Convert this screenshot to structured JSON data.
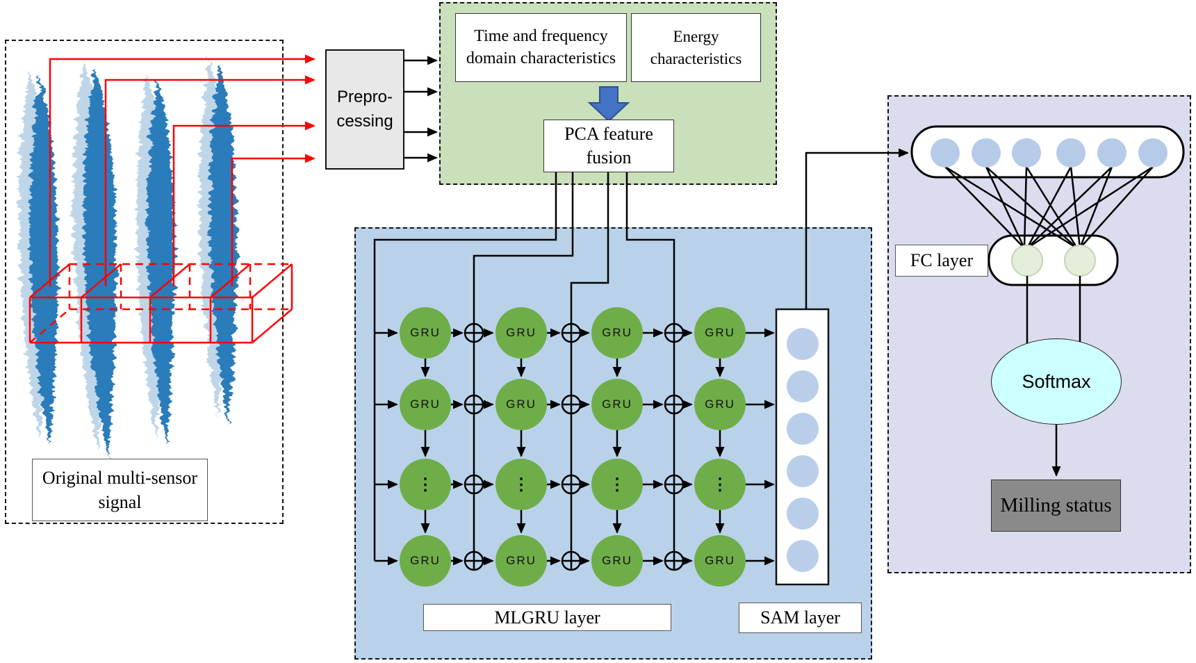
{
  "left_panel": {
    "label": "Original multi-sensor signal",
    "signal_color": "#2b7bbb",
    "signal_echo_color": "#8ab4d8",
    "sample_box_color": "#ff0000"
  },
  "preprocessing": {
    "line1": "Prepro-",
    "line2": "cessing",
    "fill": "#e9e8e8"
  },
  "features": {
    "panel_fill": "#c9e0ba",
    "time_freq": "Time and frequency domain characteristics",
    "energy": "Energy characteristics",
    "pca": "PCA feature fusion",
    "big_arrow_fill": "#4472c4",
    "big_arrow_edge": "#2f528f"
  },
  "mlgru": {
    "panel_fill": "#b9d2ea",
    "gru_label": "GRU",
    "ellipsis": "⋮",
    "layer_label": "MLGRU layer",
    "node_fill": "#6fad49"
  },
  "sam": {
    "layer_label": "SAM layer",
    "circle_fill": "#b9cfe9"
  },
  "output_panel": {
    "panel_fill": "#dbdcee",
    "fc_label": "FC layer",
    "softmax_label": "Softmax",
    "milling_label": "Milling status",
    "top_circle_fill": "#b6cbe7",
    "fc_circle_fill": "#e4eedb",
    "softmax_fill": "#ccffff",
    "milling_fill": "#8a8a8a"
  }
}
